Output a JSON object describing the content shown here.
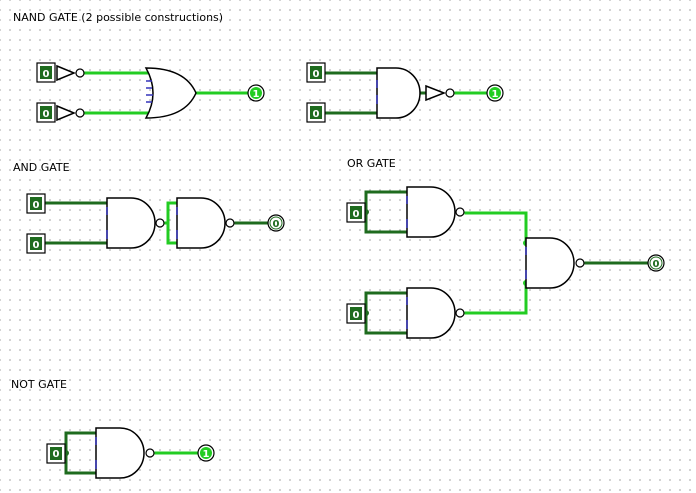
{
  "sections": {
    "nand": "NAND GATE (2 possible constructions)",
    "and": "AND GATE",
    "or": "OR GATE",
    "not": "NOT GATE"
  },
  "colors": {
    "wire_high": "#22cc22",
    "wire_low": "#1e6b1e",
    "pin_fill": "#1e6b1e",
    "pin_text_low": "#1e6b1e",
    "pin_text_high": "#1e6b1e",
    "output_high_fill": "#22cc22",
    "output_low_fill": "#ffffff",
    "input_stub": "#3333bb",
    "dot_grid": "#9a9a9a"
  },
  "pins": {
    "nand1_in_a": "0",
    "nand1_in_b": "0",
    "nand1_out": "1",
    "nand2_in_a": "0",
    "nand2_in_b": "0",
    "nand2_out": "1",
    "and_in_a": "0",
    "and_in_b": "0",
    "and_out": "0",
    "or_in_a": "0",
    "or_in_b": "0",
    "or_out": "0",
    "not_in": "0",
    "not_out": "1"
  }
}
